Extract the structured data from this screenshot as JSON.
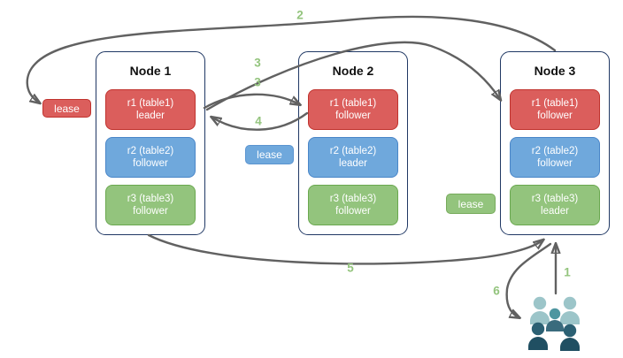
{
  "nodes": [
    {
      "title": "Node 1",
      "replicas": [
        {
          "name": "r1 (table1)",
          "role": "leader",
          "color": "#db5e5c"
        },
        {
          "name": "r2 (table2)",
          "role": "follower",
          "color": "#6fa8dc"
        },
        {
          "name": "r3 (table3)",
          "role": "follower",
          "color": "#93c47d"
        }
      ]
    },
    {
      "title": "Node 2",
      "replicas": [
        {
          "name": "r1 (table1)",
          "role": "follower",
          "color": "#db5e5c"
        },
        {
          "name": "r2 (table2)",
          "role": "leader",
          "color": "#6fa8dc"
        },
        {
          "name": "r3 (table3)",
          "role": "follower",
          "color": "#93c47d"
        }
      ]
    },
    {
      "title": "Node 3",
      "replicas": [
        {
          "name": "r1 (table1)",
          "role": "follower",
          "color": "#db5e5c"
        },
        {
          "name": "r2 (table2)",
          "role": "follower",
          "color": "#6fa8dc"
        },
        {
          "name": "r3 (table3)",
          "role": "leader",
          "color": "#93c47d"
        }
      ]
    }
  ],
  "leases": [
    {
      "label": "lease",
      "color": "#db5e5c"
    },
    {
      "label": "lease",
      "color": "#6fa8dc"
    },
    {
      "label": "lease",
      "color": "#93c47d"
    }
  ],
  "arrow_labels": {
    "a1": "1",
    "a2": "2",
    "a3a": "3",
    "a3b": "3",
    "a4": "4",
    "a5": "5",
    "a6": "6"
  },
  "icons": {
    "users_group": "users-group-icon"
  },
  "colors": {
    "replica_red": "#db5e5c",
    "replica_red_border": "#c0332e",
    "replica_blue": "#6fa8dc",
    "replica_blue_border": "#4a86c8",
    "replica_green": "#93c47d",
    "replica_green_border": "#6aa84f",
    "node_border": "#203864",
    "arrow": "#616161",
    "arrow_label_green": "#93c47d",
    "users_light": "#9cc5c9",
    "users_mid_head": "#4f96a0",
    "users_mid_body": "#3a6b7d",
    "users_dark_head": "#2b6073",
    "users_dark_body": "#204f62"
  }
}
